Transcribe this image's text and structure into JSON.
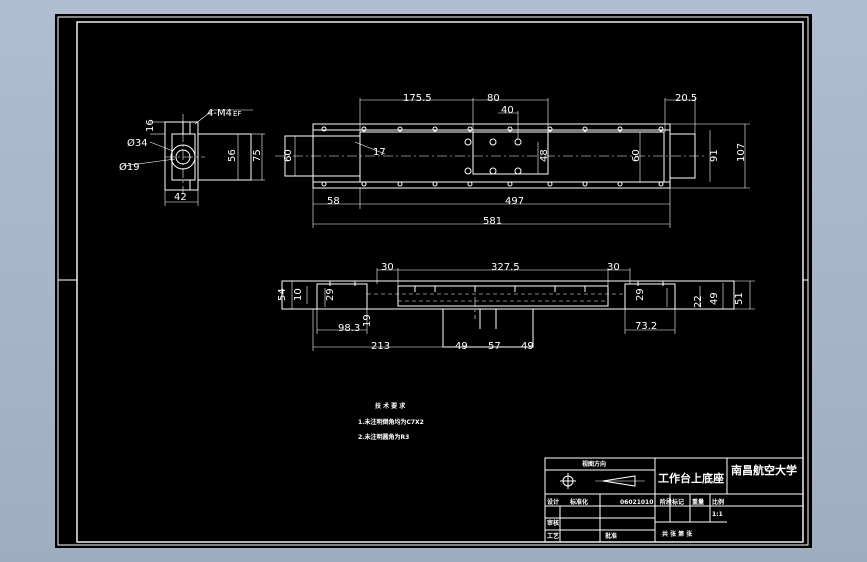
{
  "drawing": {
    "title": "工作台上底座",
    "school": "南昌航空大学",
    "view_label": "视图方向",
    "notes_title": "技 术 要 求",
    "notes": [
      "1.未注明倒角均为C7X2",
      "2.未注明圆角为R3"
    ],
    "tb_labels": {
      "design": "设计",
      "std": "标准化",
      "drawing_no": "06021010",
      "review": "审核",
      "craft": "工艺",
      "approve": "批准",
      "stage": "阶段标记",
      "weight": "重量",
      "scale_label": "比例",
      "scale": "1:1",
      "sheets": "共  张  第  张"
    }
  },
  "dims": {
    "side_view": [
      "4-M4",
      "16",
      "Ø34",
      "Ø19",
      "56",
      "75",
      "42"
    ],
    "top_view": [
      "175.5",
      "80",
      "40",
      "20.5",
      "60",
      "17",
      "48",
      "60",
      "91",
      "107",
      "58",
      "497",
      "581"
    ],
    "front_view": [
      "30",
      "327.5",
      "30",
      "54",
      "10",
      "29",
      "29",
      "22",
      "49",
      "51",
      "98.3",
      "19",
      "73.2",
      "213",
      "49",
      "57",
      "49"
    ]
  }
}
